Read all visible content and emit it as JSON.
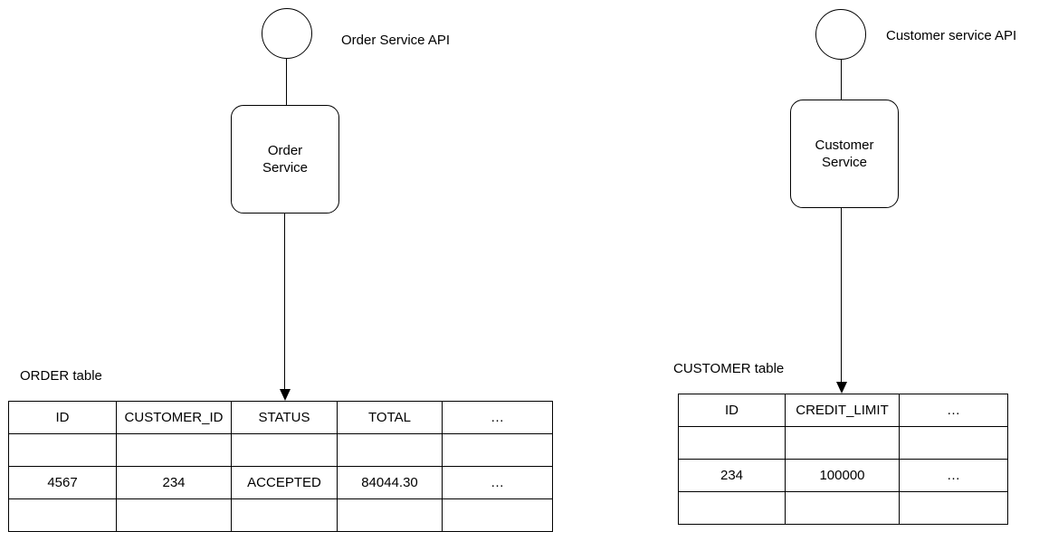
{
  "colors": {
    "stroke": "#000000",
    "background": "#ffffff",
    "text": "#000000"
  },
  "left": {
    "api_label": "Order Service API",
    "service_label": "Order\nService",
    "table_title": "ORDER table",
    "table": {
      "headers": [
        "ID",
        "CUSTOMER_ID",
        "STATUS",
        "TOTAL",
        "…"
      ],
      "rows": [
        [
          "",
          "",
          "",
          "",
          ""
        ],
        [
          "4567",
          "234",
          "ACCEPTED",
          "84044.30",
          "…"
        ],
        [
          "",
          "",
          "",
          "",
          ""
        ]
      ]
    }
  },
  "right": {
    "api_label": "Customer service API",
    "service_label": "Customer\nService",
    "table_title": "CUSTOMER table",
    "table": {
      "headers": [
        "ID",
        "CREDIT_LIMIT",
        "…"
      ],
      "rows": [
        [
          "",
          "",
          ""
        ],
        [
          "234",
          "100000",
          "…"
        ],
        [
          "",
          "",
          ""
        ]
      ]
    }
  }
}
